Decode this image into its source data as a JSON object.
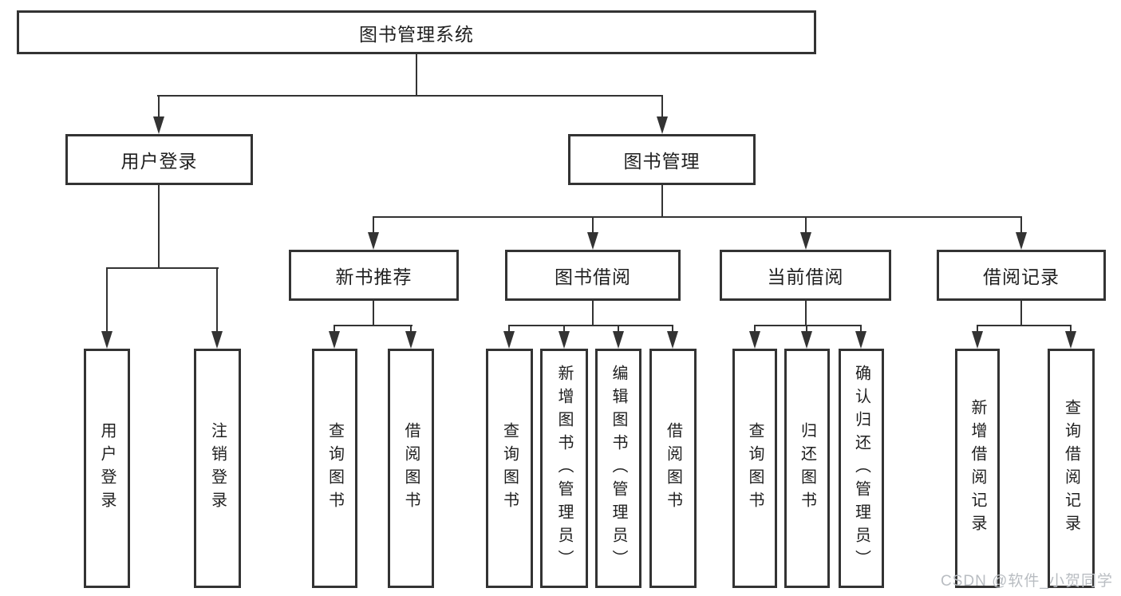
{
  "diagram": {
    "root": {
      "label": "图书管理系统"
    },
    "branches": [
      {
        "label": "用户登录",
        "leaves": [
          {
            "label": "用户登录"
          },
          {
            "label": "注销登录"
          }
        ]
      },
      {
        "label": "图书管理",
        "groups": [
          {
            "label": "新书推荐",
            "leaves": [
              {
                "label": "查询图书"
              },
              {
                "label": "借阅图书"
              }
            ]
          },
          {
            "label": "图书借阅",
            "leaves": [
              {
                "label": "查询图书"
              },
              {
                "label": "新增图书（管理员）"
              },
              {
                "label": "编辑图书（管理员）"
              },
              {
                "label": "借阅图书"
              }
            ]
          },
          {
            "label": "当前借阅",
            "leaves": [
              {
                "label": "查询图书"
              },
              {
                "label": "归还图书"
              },
              {
                "label": "确认归还（管理员）"
              }
            ]
          },
          {
            "label": "借阅记录",
            "leaves": [
              {
                "label": "新增借阅记录"
              },
              {
                "label": "查询借阅记录"
              }
            ]
          }
        ]
      }
    ]
  },
  "watermark": {
    "text": "CSDN @软件_小贺同学"
  },
  "colors": {
    "line": "#333333",
    "box_border": "#333333",
    "box_fill": "#ffffff",
    "text": "#1f1f1f",
    "watermark": "#b9bdc2"
  }
}
